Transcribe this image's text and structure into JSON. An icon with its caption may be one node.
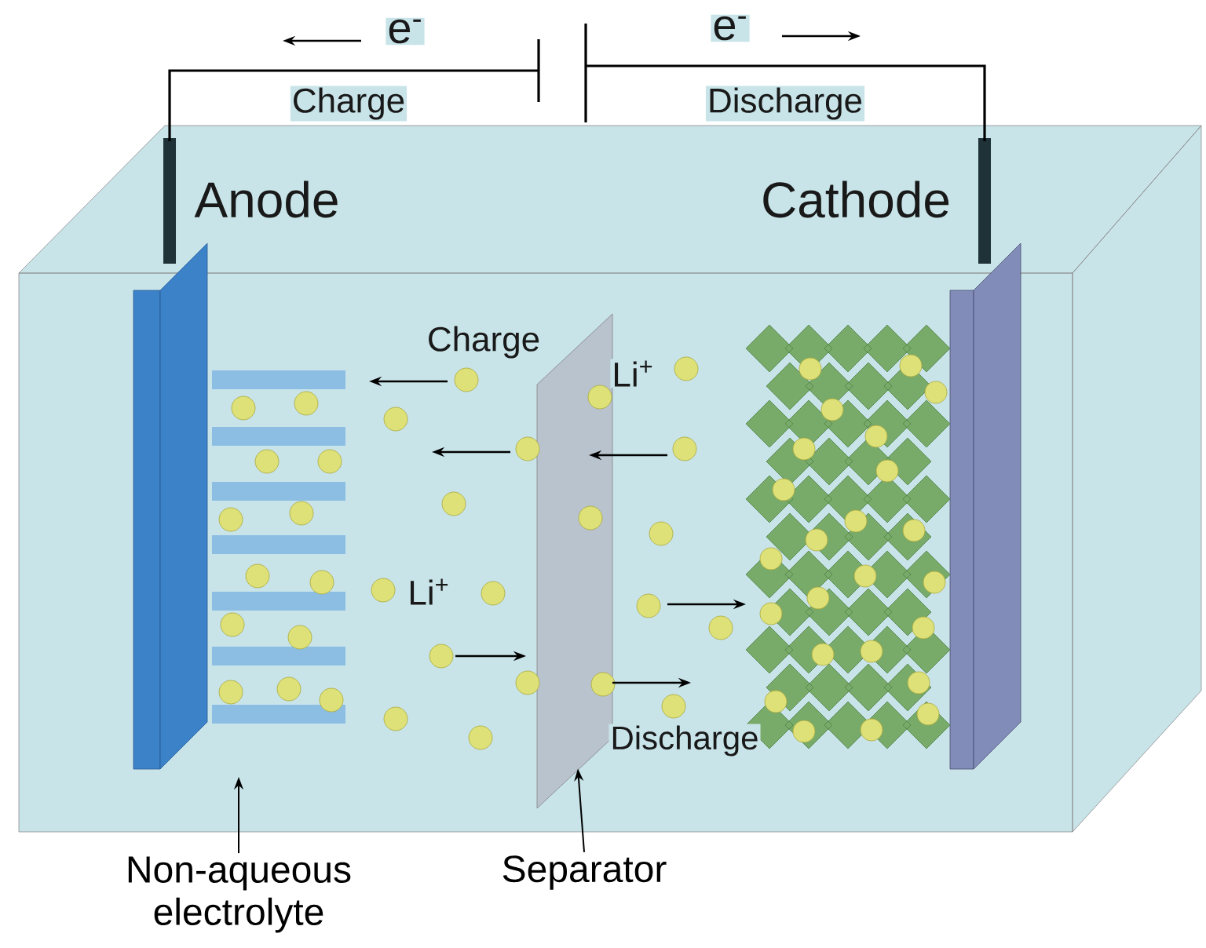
{
  "diagram": {
    "nodes": [
      {
        "text": [
          "Non-aqueous electrolyte"
        ]
      },
      {
        "text": [
          "Separator"
        ]
      },
      {
        "text": [],
        "shape": "box"
      }
    ],
    "edges": [
      {
        "from": 0,
        "to": null,
        "arrow": "to"
      },
      {
        "from": 1,
        "to": 2,
        "arrow": "to"
      }
    ],
    "labels": [
      "e$^{-}$",
      "e$^{-}$",
      "Charge",
      "Discharge",
      "Anode",
      "Cathode",
      "Charge",
      "Li$^{+}$",
      "Li$^{+}$",
      "Discharge"
    ]
  }
}
